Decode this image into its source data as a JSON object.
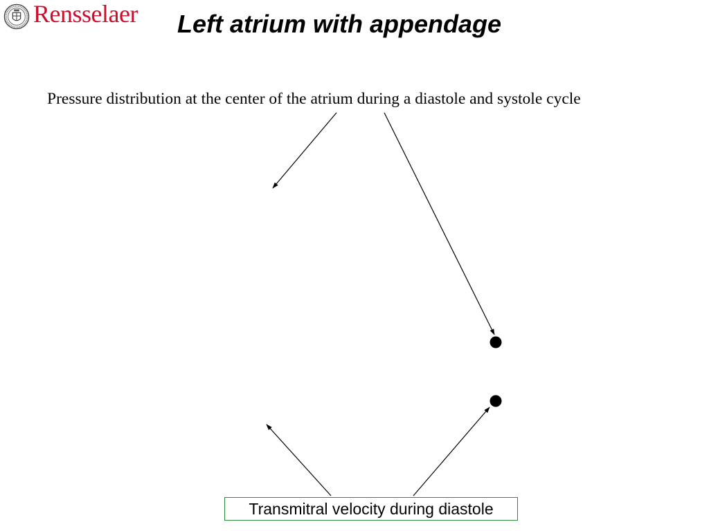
{
  "header": {
    "logo_text": "Rensselaer",
    "title": "Left atrium with appendage"
  },
  "captions": {
    "top": "Pressure distribution at the center of the atrium during a diastole and systole cycle",
    "bottom": "Transmitral velocity during diastole"
  },
  "colors": {
    "logo_red": "#c8102e",
    "caption_box_border": "#2e8b3e"
  }
}
